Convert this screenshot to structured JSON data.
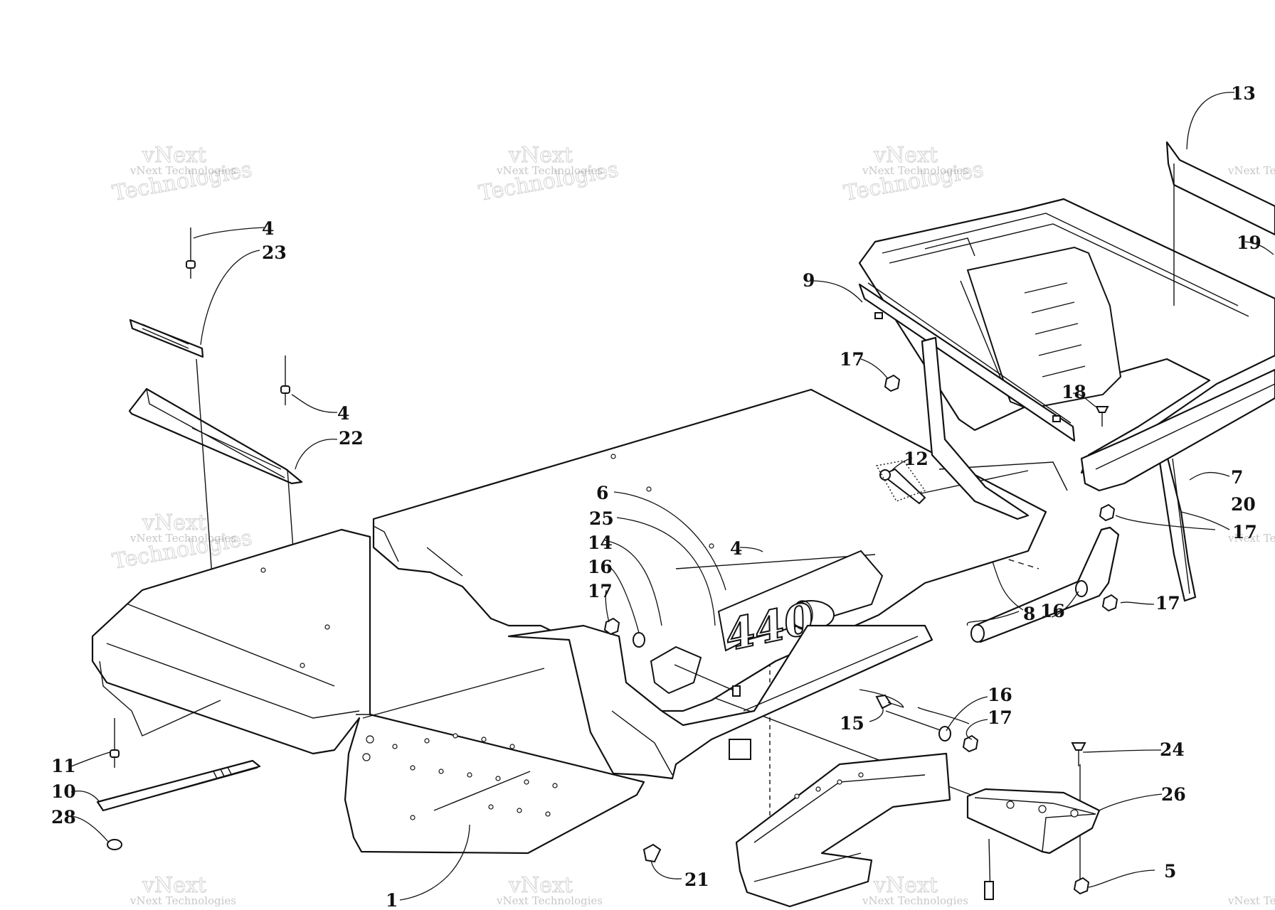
{
  "watermark": {
    "line1": "vNext",
    "line2": "Technologies",
    "small": "vNext Technologies"
  },
  "badge_text": "440",
  "callouts": {
    "c1": "1",
    "c4a": "4",
    "c4b": "4",
    "c4c": "4",
    "c5": "5",
    "c6": "6",
    "c7": "7",
    "c8": "8",
    "c9": "9",
    "c10": "10",
    "c11": "11",
    "c12": "12",
    "c13": "13",
    "c14": "14",
    "c15": "15",
    "c16a": "16",
    "c16b": "16",
    "c16c": "16",
    "c17a": "17",
    "c17b": "17",
    "c17c": "17",
    "c17d": "17",
    "c17e": "17",
    "c18": "18",
    "c19": "19",
    "c20": "20",
    "c21": "21",
    "c22": "22",
    "c23": "23",
    "c24": "24",
    "c25": "25",
    "c26": "26",
    "c28": "28"
  }
}
